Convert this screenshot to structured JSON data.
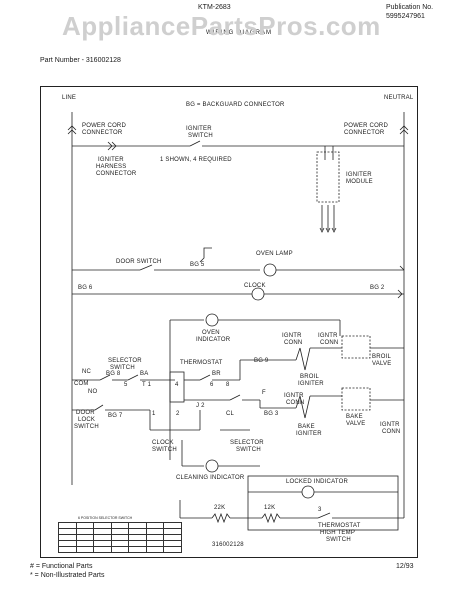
{
  "header": {
    "model": "KTM-2683",
    "publication_label": "Publication No.",
    "publication_no": "5995247961",
    "subtitle": "WIRING DIAGRAM",
    "watermark": "AppliancePartsPros.com",
    "part_number": "Part Number - 316002128"
  },
  "schematic": {
    "line": "LINE",
    "neutral": "NEUTRAL",
    "bg_note": "BG = BACKGUARD CONNECTOR",
    "power_cord_left": [
      "POWER CORD",
      "CONNECTOR"
    ],
    "power_cord_right": [
      "POWER CORD",
      "CONNECTOR"
    ],
    "igniter_switch": [
      "IGNITER",
      "SWITCH"
    ],
    "igniter_note": "1 SHOWN, 4 REQUIRED",
    "igniter_harness": [
      "IGNITER",
      "HARNESS",
      "CONNECTOR"
    ],
    "igniter_module": [
      "IGNITER",
      "MODULE"
    ],
    "door_switch": "DOOR SWITCH",
    "bg5": "BG 5",
    "oven_lamp": "OVEN LAMP",
    "bg6": "BG 6",
    "clock": "CLOCK",
    "bg2": "BG 2",
    "oven_indicator": [
      "OVEN",
      "INDICATOR"
    ],
    "ignitr_conn_a": [
      "IGNTR",
      "CONN"
    ],
    "ignitr_conn_b": [
      "IGNTR",
      "CONN"
    ],
    "broil_valve": [
      "BROIL",
      "VALVE"
    ],
    "selector_switch_top": [
      "SELECTOR",
      "SWITCH"
    ],
    "thermostat": "THERMOSTAT",
    "bg9": "BG 9",
    "broil_igniter": [
      "BROIL",
      "IGNITER"
    ],
    "nc": "NC",
    "bg8": "BG 8",
    "ba": "BA",
    "br": "BR",
    "com": "COM",
    "no": "NO",
    "five": "5",
    "t1": "T 1",
    "four": "4",
    "six": "6",
    "eight": "8",
    "f": "F",
    "ignitr_conn_c": [
      "IGNTR",
      "CONN"
    ],
    "bake_valve": [
      "BAKE",
      "VALVE"
    ],
    "ignitr_conn_d": [
      "IGNTR",
      "CONN"
    ],
    "door_lock_switch": [
      "DOOR",
      "LOCK",
      "SWITCH"
    ],
    "bg7": "BG 7",
    "one": "1",
    "two": "2",
    "j2": "J 2",
    "cl": "CL",
    "bg3": "BG 3",
    "bake_igniter": [
      "BAKE",
      "IGNITER"
    ],
    "clock_switch": [
      "CLOCK",
      "SWITCH"
    ],
    "selector_switch_bottom": [
      "SELECTOR",
      "SWITCH"
    ],
    "cleaning_indicator": "CLEANING INDICATOR",
    "locked_indicator": "LOCKED INDICATOR",
    "r22k": "22K",
    "r12k": "12K",
    "thermostat_high_temp": [
      "THERMOSTAT",
      "HIGH TEMP",
      "SWITCH"
    ],
    "three": "3",
    "diagram_part": "316002128",
    "table_title": "6 POSITION SELECTOR SWITCH"
  },
  "footer": {
    "functional": "# = Functional Parts",
    "non_illustrated": "* = Non-Illustrated Parts",
    "date": "12/93"
  }
}
